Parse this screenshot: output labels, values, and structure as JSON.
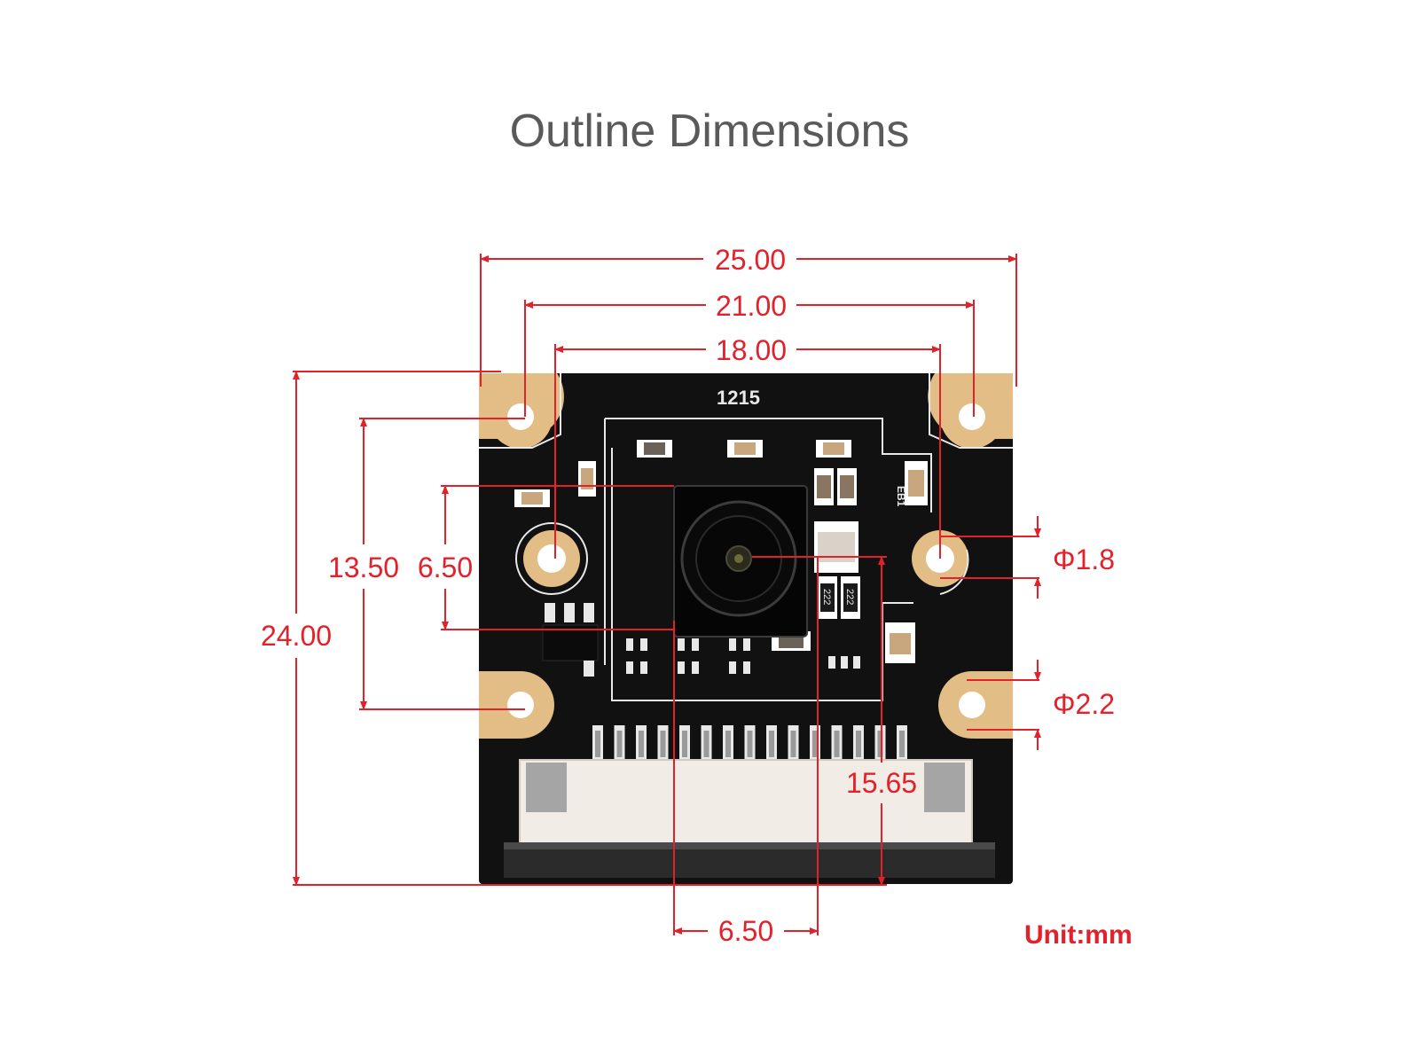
{
  "title": "Outline Dimensions",
  "board": {
    "silkscreen_code": "1215",
    "marking_eb1": "EB1",
    "marking_222a": "222",
    "marking_222b": "222"
  },
  "dimensions": {
    "overall_width": "25.00",
    "hole_spacing_width": "21.00",
    "inner_hole_spacing": "18.00",
    "overall_height": "24.00",
    "hole_spacing_height": "13.50",
    "inner_vertical": "6.50",
    "lens_offset_x": "6.50",
    "lens_height": "15.65",
    "small_hole_diameter": "Φ1.8",
    "large_hole_diameter": "Φ2.2"
  },
  "unit_label": "Unit:mm",
  "colors": {
    "dimension": "#e3212b",
    "board": "#111111",
    "pad": "#e3bd86",
    "title": "#5a5a5a"
  }
}
